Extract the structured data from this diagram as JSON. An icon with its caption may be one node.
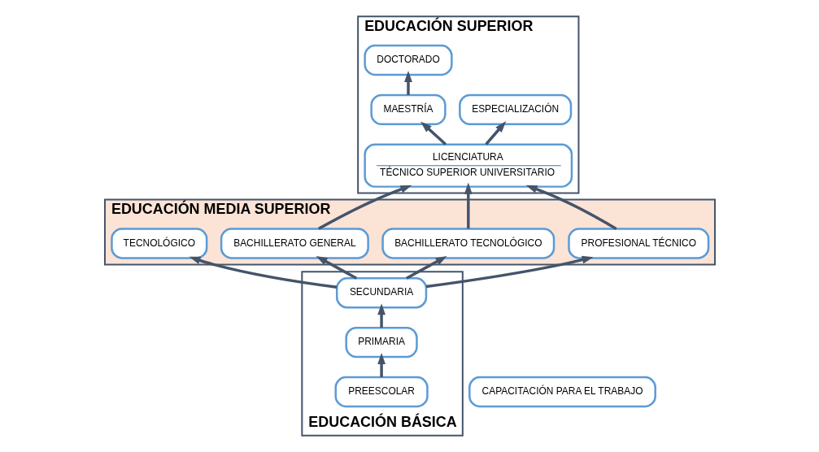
{
  "diagram": {
    "nodes": [
      {
        "text": [
          "EDUCACIÓN SUPERIOR"
        ]
      },
      {
        "text": [
          "DOCTORADO"
        ],
        "in": 0
      },
      {
        "text": [
          "ESPECIALIZACIÓN"
        ],
        "in": 0
      },
      {
        "text": [
          "MAESTRÍA"
        ],
        "in": 0
      },
      {
        "text": [
          "LICENCIATURA",
          "TÉCNICO SUPERIOR UNIVERSITARIO"
        ],
        "in": 0
      },
      {
        "text": [
          "EDUCACIÓN MEDIA SUPERIOR"
        ]
      },
      {
        "text": [
          "TECNOLÓGICO"
        ],
        "in": 5
      },
      {
        "text": [
          "BACHILLERATO GENERAL"
        ],
        "in": 5
      },
      {
        "text": [
          "BACHILLERATO TECNOLÓGICO"
        ],
        "in": 5
      },
      {
        "text": [
          "PROFESIONAL TÉCNICO"
        ],
        "in": 5
      },
      {
        "text": [
          "CAPACITACIÓN PARA EL TRABAJO"
        ]
      },
      {
        "text": [
          "EDUCACIÓN BÁSICA"
        ]
      },
      {
        "text": [
          "SECUNDARIA"
        ],
        "in": 11
      },
      {
        "text": [
          "PRIMARIA"
        ],
        "in": 11
      },
      {
        "text": [
          "PREESCOLAR"
        ],
        "in": 11
      }
    ],
    "edges": [
      {
        "from": 14,
        "to": 13,
        "arrow": "to"
      },
      {
        "from": 13,
        "to": 12,
        "arrow": "to"
      },
      {
        "from": 12,
        "to": 6,
        "arrow": "to"
      },
      {
        "from": 12,
        "to": 7,
        "arrow": "to"
      },
      {
        "from": 12,
        "to": 8,
        "arrow": "to"
      },
      {
        "from": 12,
        "to": 9,
        "arrow": "to"
      },
      {
        "from": 7,
        "to": 4,
        "arrow": "to"
      },
      {
        "from": 8,
        "to": 4,
        "arrow": "to"
      },
      {
        "from": 9,
        "to": 4,
        "arrow": "to"
      },
      {
        "from": 4,
        "to": 2,
        "arrow": "to"
      },
      {
        "from": 4,
        "to": 3,
        "arrow": "to"
      },
      {
        "from": 3,
        "to": 1,
        "arrow": "to"
      }
    ]
  }
}
